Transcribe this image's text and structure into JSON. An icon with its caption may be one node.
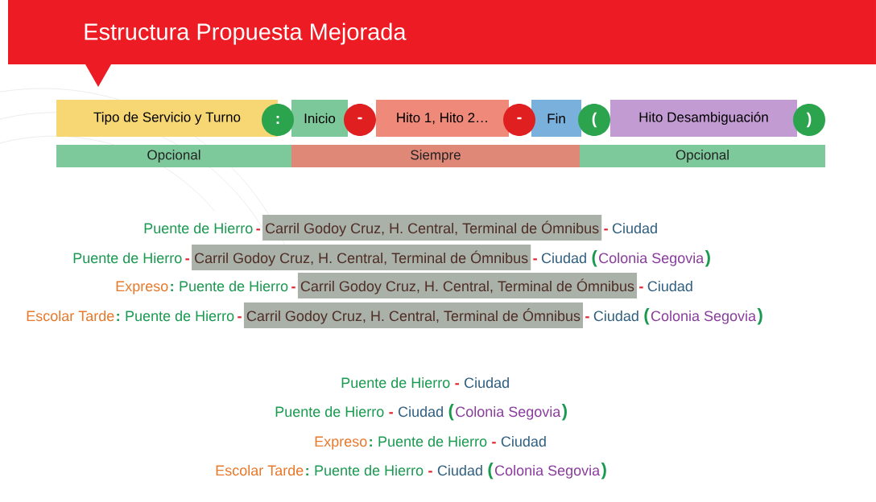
{
  "diagram": {
    "title": "Estructura Propuesta Mejorada",
    "nodes": [
      {
        "text": [
          "Tipo de Servicio y Turno"
        ]
      },
      {
        "text": [
          ":"
        ]
      },
      {
        "text": [
          "Inicio"
        ]
      },
      {
        "text": [
          "-"
        ]
      },
      {
        "text": [
          "Hito 1, Hito 2…"
        ]
      },
      {
        "text": [
          "-"
        ]
      },
      {
        "text": [
          "Fin"
        ]
      },
      {
        "text": [
          "("
        ]
      },
      {
        "text": [
          "Hito Desambiguación"
        ]
      },
      {
        "text": [
          ")"
        ]
      },
      {
        "text": [
          "Opcional"
        ]
      },
      {
        "text": [
          "Siempre"
        ]
      },
      {
        "text": [
          "Opcional"
        ]
      },
      {
        "text": [
          "Carril Godoy Cruz, H. Central, Terminal de Ómnibus"
        ]
      },
      {
        "text": [
          "Carril Godoy Cruz, H. Central, Terminal de Ómnibus"
        ]
      },
      {
        "text": [
          "Carril Godoy Cruz, H. Central, Terminal de Ómnibus"
        ]
      },
      {
        "text": [
          "Carril Godoy Cruz, H. Central, Terminal de Ómnibus"
        ]
      }
    ],
    "edges": [],
    "labels": [
      "Puente de Hierro",
      "-",
      "-",
      "Ciudad",
      "Puente de Hierro",
      "-",
      "-",
      "Ciudad",
      "(",
      "Colonia Segovia",
      ")",
      "Expreso",
      ":",
      "Puente de Hierro",
      "-",
      "-",
      "Ciudad",
      "Escolar Tarde",
      ":",
      "Puente de Hierro",
      "-",
      "-",
      "Ciudad",
      "(",
      "Colonia Segovia",
      ")",
      "Puente de Hierro",
      "-",
      "Ciudad",
      "Puente de Hierro",
      "-",
      "Ciudad",
      "(",
      "Colonia Segovia",
      ")",
      "Expreso",
      ":",
      "Puente de Hierro",
      "-",
      "Ciudad",
      "Escolar Tarde",
      ":",
      "Puente de Hierro",
      "-",
      "Ciudad",
      "(",
      "Colonia Segovia",
      ")"
    ]
  }
}
